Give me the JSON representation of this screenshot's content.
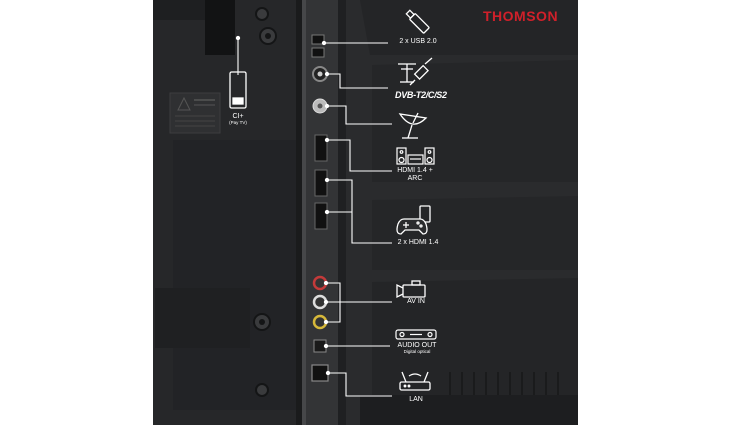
{
  "brand": {
    "name": "THOMSON",
    "color": "#d0202a"
  },
  "dvb_logo": "DVB-T2/C/S2",
  "ci_slot": {
    "label": "CI+",
    "sublabel": "(Pay TV)",
    "icon": "ci-card-icon"
  },
  "ports": [
    {
      "id": "usb",
      "label": "2 x USB 2.0",
      "icon": "usb-stick-icon"
    },
    {
      "id": "antenna",
      "label": "",
      "icon": "antenna-cable-icon"
    },
    {
      "id": "satellite",
      "label": "",
      "icon": "satellite-dish-icon"
    },
    {
      "id": "hdmi-arc",
      "label": "HDMI 1.4 +",
      "label2": "ARC",
      "icon": "stereo-system-icon"
    },
    {
      "id": "hdmi",
      "label": "2 x HDMI 1.4",
      "icon": "game-controller-icon"
    },
    {
      "id": "av-in",
      "label": "AV IN",
      "icon": "camcorder-icon"
    },
    {
      "id": "audio-out",
      "label": "AUDIO OUT",
      "sublabel": "Digital optical",
      "icon": "soundbar-icon"
    },
    {
      "id": "lan",
      "label": "LAN",
      "icon": "router-icon"
    }
  ],
  "colors": {
    "panel": "#2a2b2d",
    "panel_dark": "#1c1d1f",
    "line": "#ffffff",
    "accent": "#d0202a"
  }
}
